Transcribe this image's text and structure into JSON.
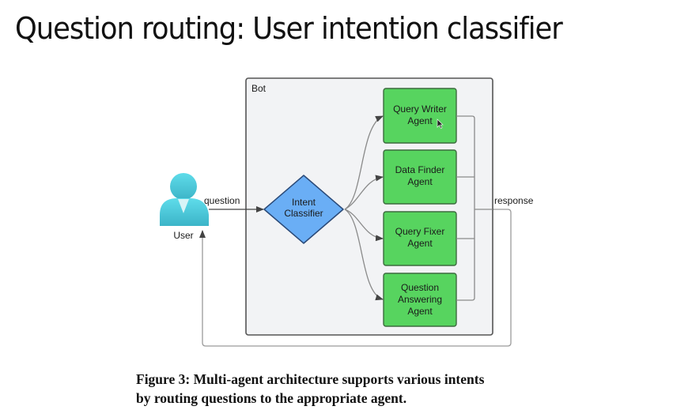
{
  "slide": {
    "title": "Question routing: User intention classifier"
  },
  "diagram": {
    "container_label": "Bot",
    "user": {
      "label": "User",
      "icon": "user-avatar-icon"
    },
    "edges": {
      "question_label": "question",
      "response_label": "response"
    },
    "classifier": {
      "line1": "Intent",
      "line2": "Classifier"
    },
    "agents": [
      {
        "lines": [
          "Query Writer",
          "Agent"
        ]
      },
      {
        "lines": [
          "Data Finder",
          "Agent"
        ]
      },
      {
        "lines": [
          "Query Fixer",
          "Agent"
        ]
      },
      {
        "lines": [
          "Question",
          "Answering",
          "Agent"
        ]
      }
    ],
    "colors": {
      "agent_fill": "#57d45f",
      "classifier_fill": "#6aaef5",
      "user_fill": "#4fc9d8",
      "container_fill": "#f2f3f5"
    }
  },
  "caption": {
    "line1": "Figure 3: Multi-agent architecture supports various intents",
    "line2": "by routing questions to the appropriate agent."
  }
}
